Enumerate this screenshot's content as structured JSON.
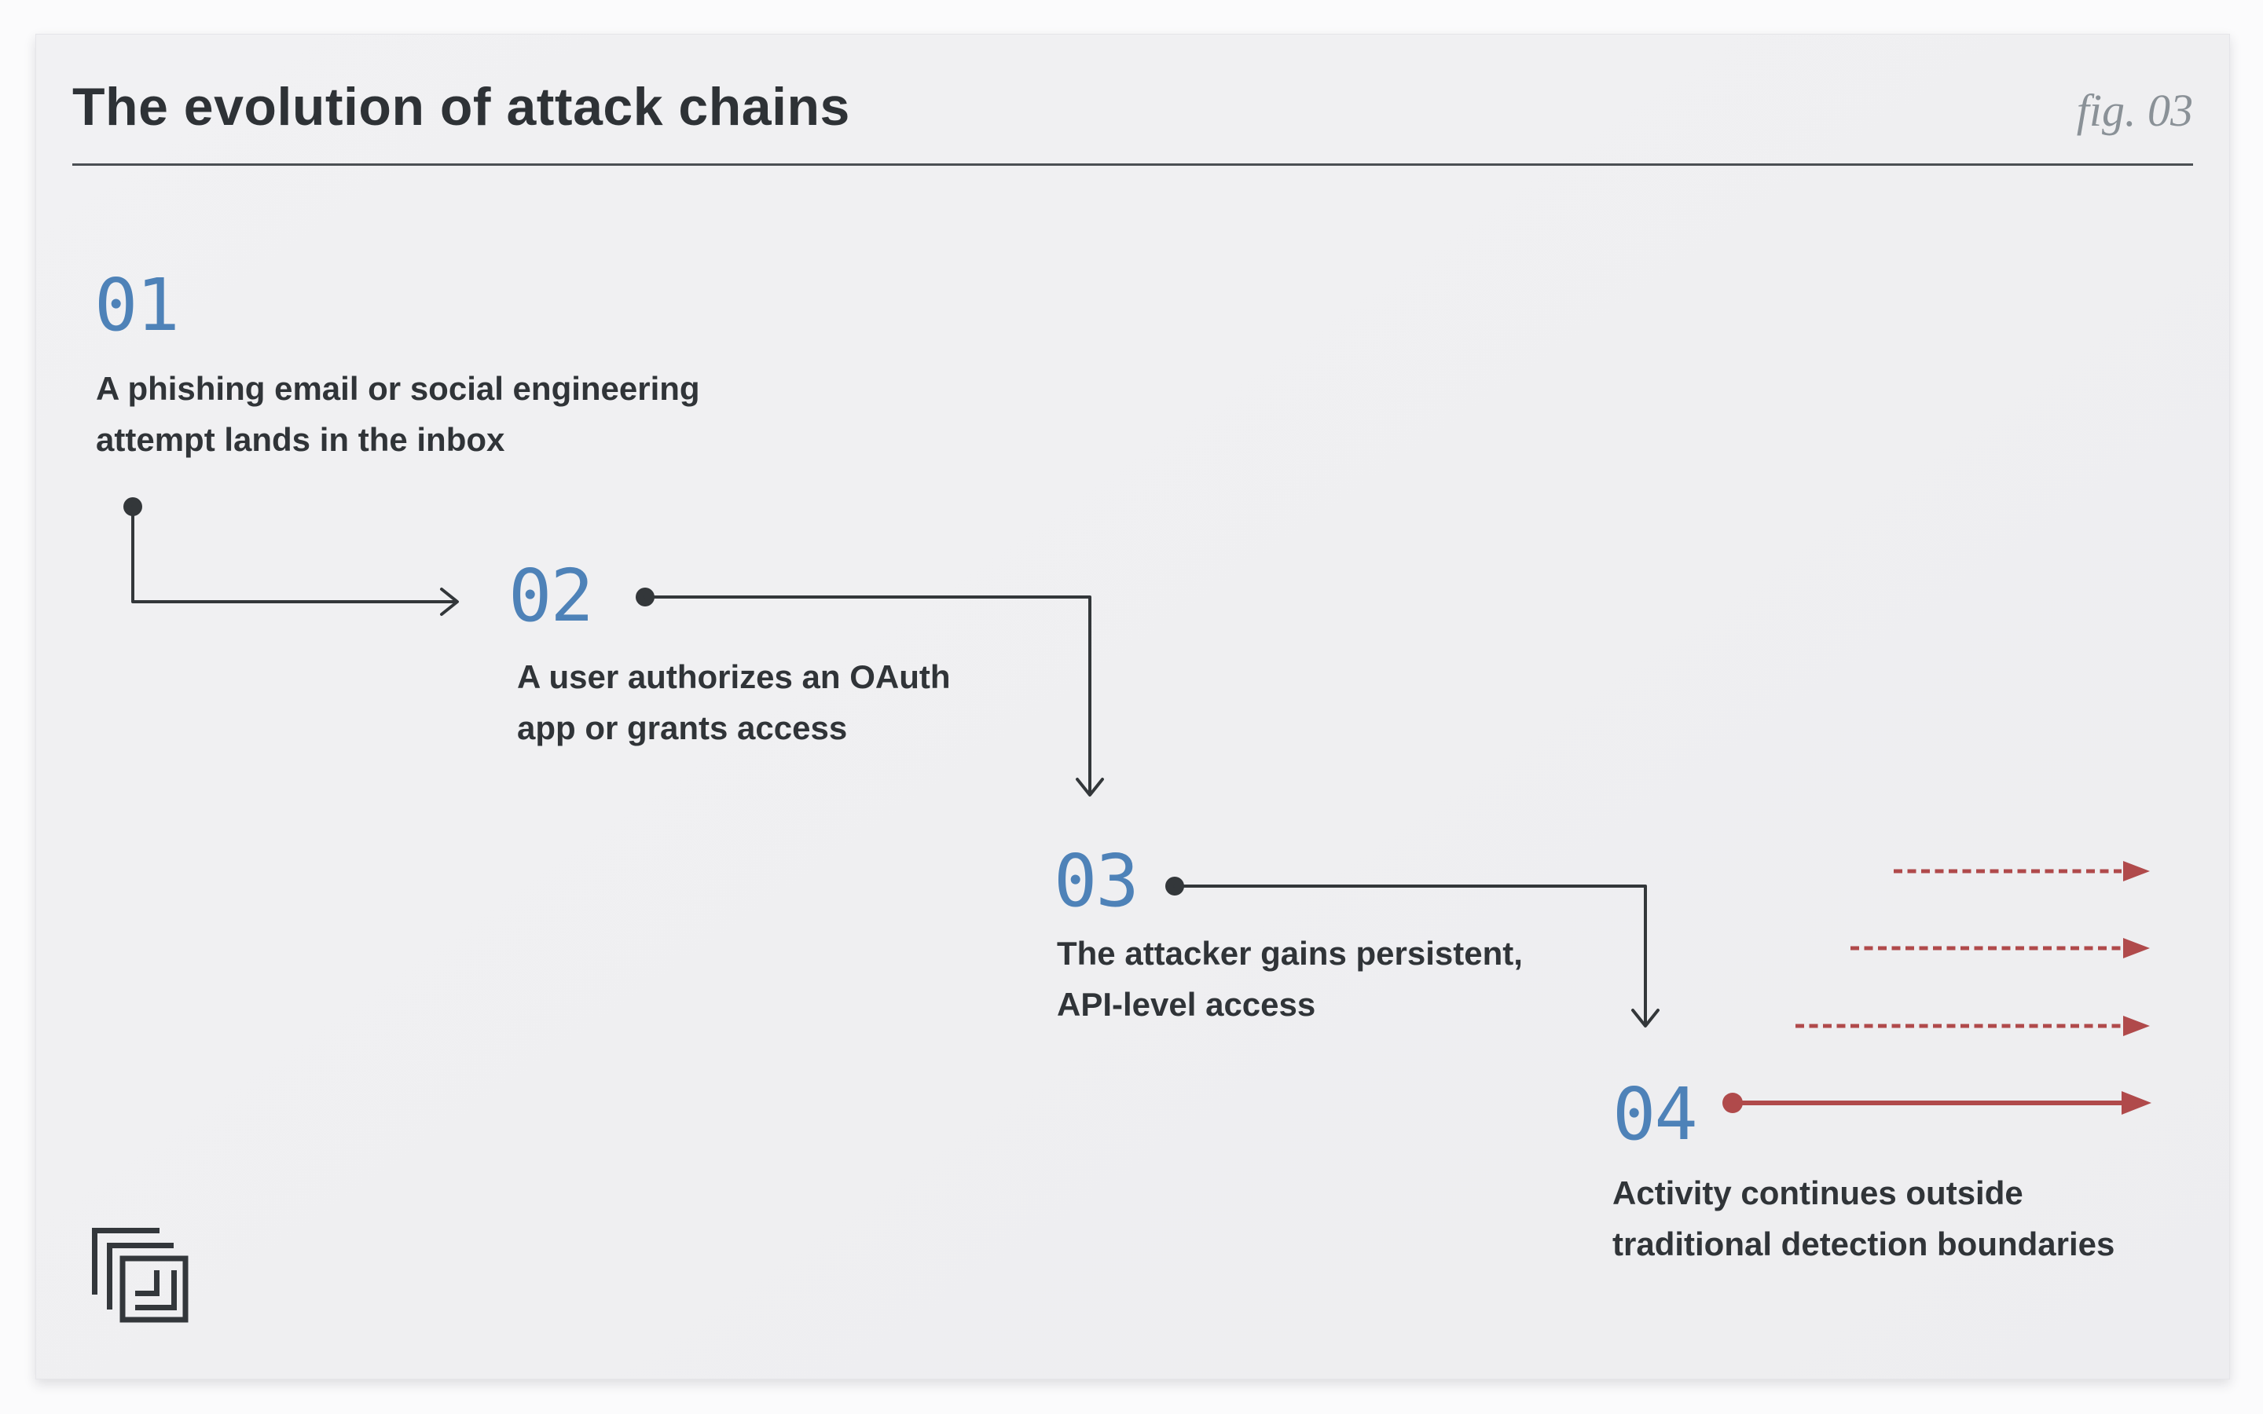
{
  "figure": {
    "title": "The evolution of attack chains",
    "fig_label": "fig. 03"
  },
  "steps": [
    {
      "number": "01",
      "lines": [
        "A phishing email or social engineering",
        "attempt lands in the inbox"
      ]
    },
    {
      "number": "02",
      "lines": [
        "A user authorizes an OAuth",
        "app or grants access"
      ]
    },
    {
      "number": "03",
      "lines": [
        "The attacker gains persistent,",
        "API-level access"
      ]
    },
    {
      "number": "04",
      "lines": [
        "Activity continues outside",
        "traditional detection boundaries"
      ]
    }
  ],
  "icons": {
    "logo": "layered-frames-logo",
    "connectors": [
      "elbow-arrow-down-right",
      "elbow-arrow-right-down",
      "elbow-arrow-right-down",
      "solid-arrow-right"
    ],
    "exfiltration_arrows": "dashed-arrow-right"
  },
  "colors": {
    "accent_blue": "#4e82b8",
    "accent_red": "#b04a4b",
    "ink": "#303438",
    "connector_dark": "#33373a",
    "fig_gray": "#8a9197",
    "card_background": "#f0f0f1",
    "page_background": "#fbfbfc",
    "rule": "#4b4f53"
  }
}
